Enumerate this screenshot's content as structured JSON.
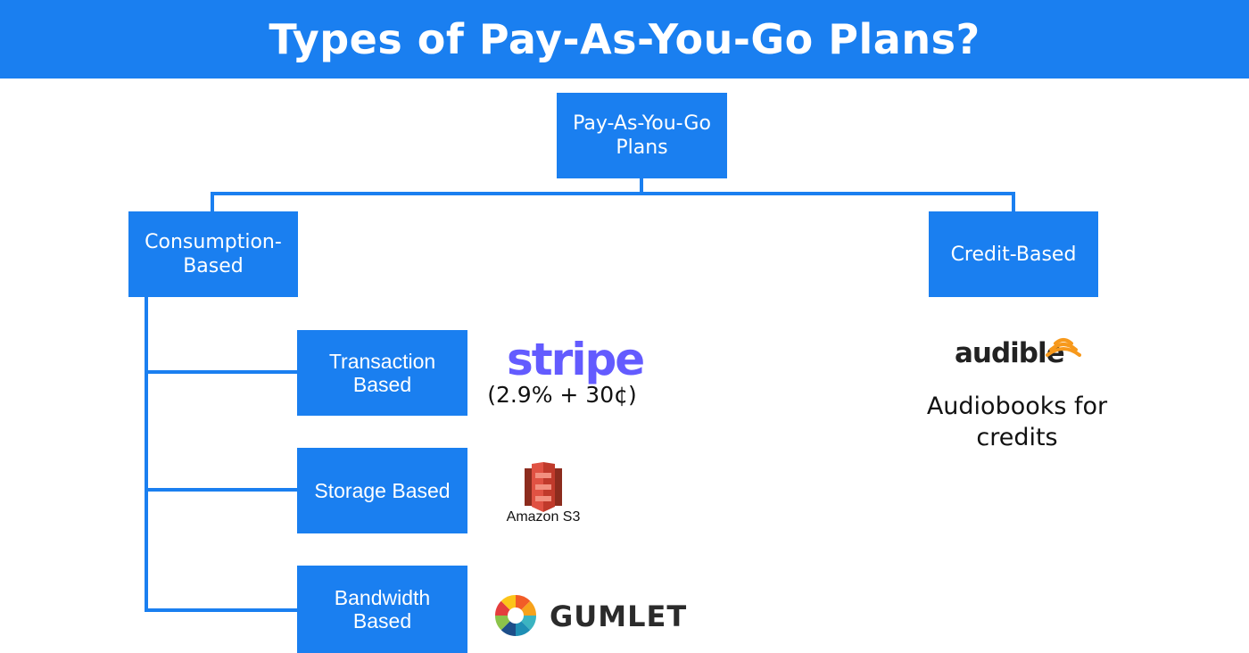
{
  "title": "Types of Pay-As-You-Go Plans?",
  "nodes": {
    "root": "Pay-As-You-Go Plans",
    "consumption": "Consumption-Based",
    "credit": "Credit-Based",
    "transaction": "Transaction Based",
    "storage": "Storage Based",
    "bandwidth": "Bandwidth Based"
  },
  "examples": {
    "stripe_logo": "stripe",
    "stripe_caption": "(2.9% + 30¢)",
    "amazon_caption": "Amazon S3",
    "gumlet_logo": "GUMLET",
    "audible_logo": "audible",
    "audible_caption": "Audiobooks for credits"
  },
  "colors": {
    "accent": "#1a7ff0",
    "stripe": "#635bff",
    "amazon": "#d9442e",
    "audible": "#f7991c"
  }
}
